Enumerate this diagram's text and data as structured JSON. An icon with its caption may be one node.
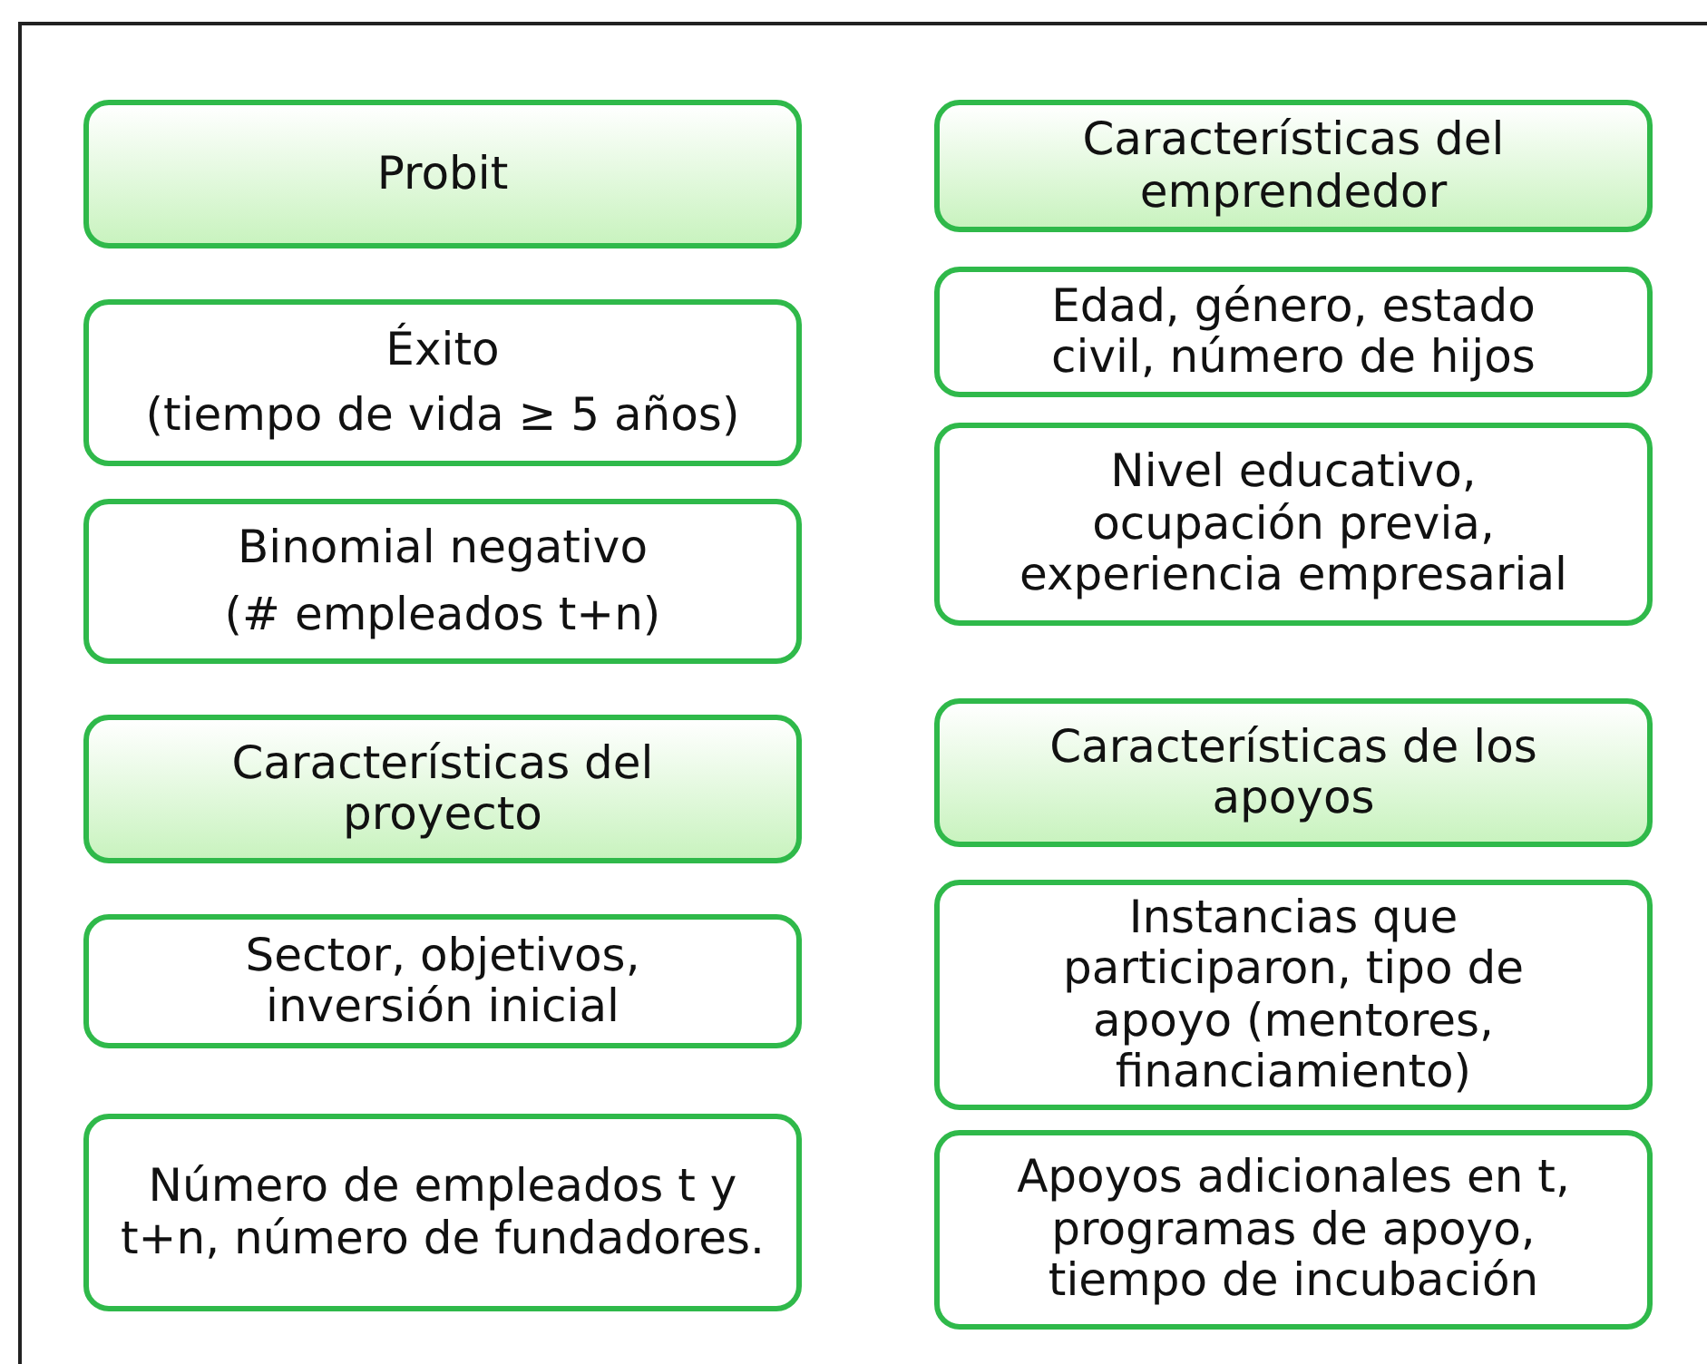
{
  "diagram": {
    "nodes": [
      {
        "text": [
          "Probit"
        ]
      },
      {
        "text": [
          "Éxito",
          "(tiempo de vida ≥ 5 años)"
        ]
      },
      {
        "text": [
          "Binomial negativo",
          "(# empleados t+n)"
        ]
      },
      {
        "text": [
          "Características del proyecto"
        ]
      },
      {
        "text": [
          "Sector, objetivos, inversión inicial"
        ]
      },
      {
        "text": [
          "Número de empleados t y t+n, número de fundadores."
        ]
      },
      {
        "text": [
          "Características del emprendedor"
        ]
      },
      {
        "text": [
          "Edad, género, estado civil, número de hijos"
        ]
      },
      {
        "text": [
          "Nivel educativo, ocupación previa, experiencia empresarial"
        ]
      },
      {
        "text": [
          "Características de los apoyos"
        ]
      },
      {
        "text": [
          "Instancias que participaron, tipo de apoyo (mentores, financiamiento)"
        ]
      },
      {
        "text": [
          "Apoyos adicionales en t, programas de apoyo, tiempo de incubación"
        ]
      }
    ]
  }
}
